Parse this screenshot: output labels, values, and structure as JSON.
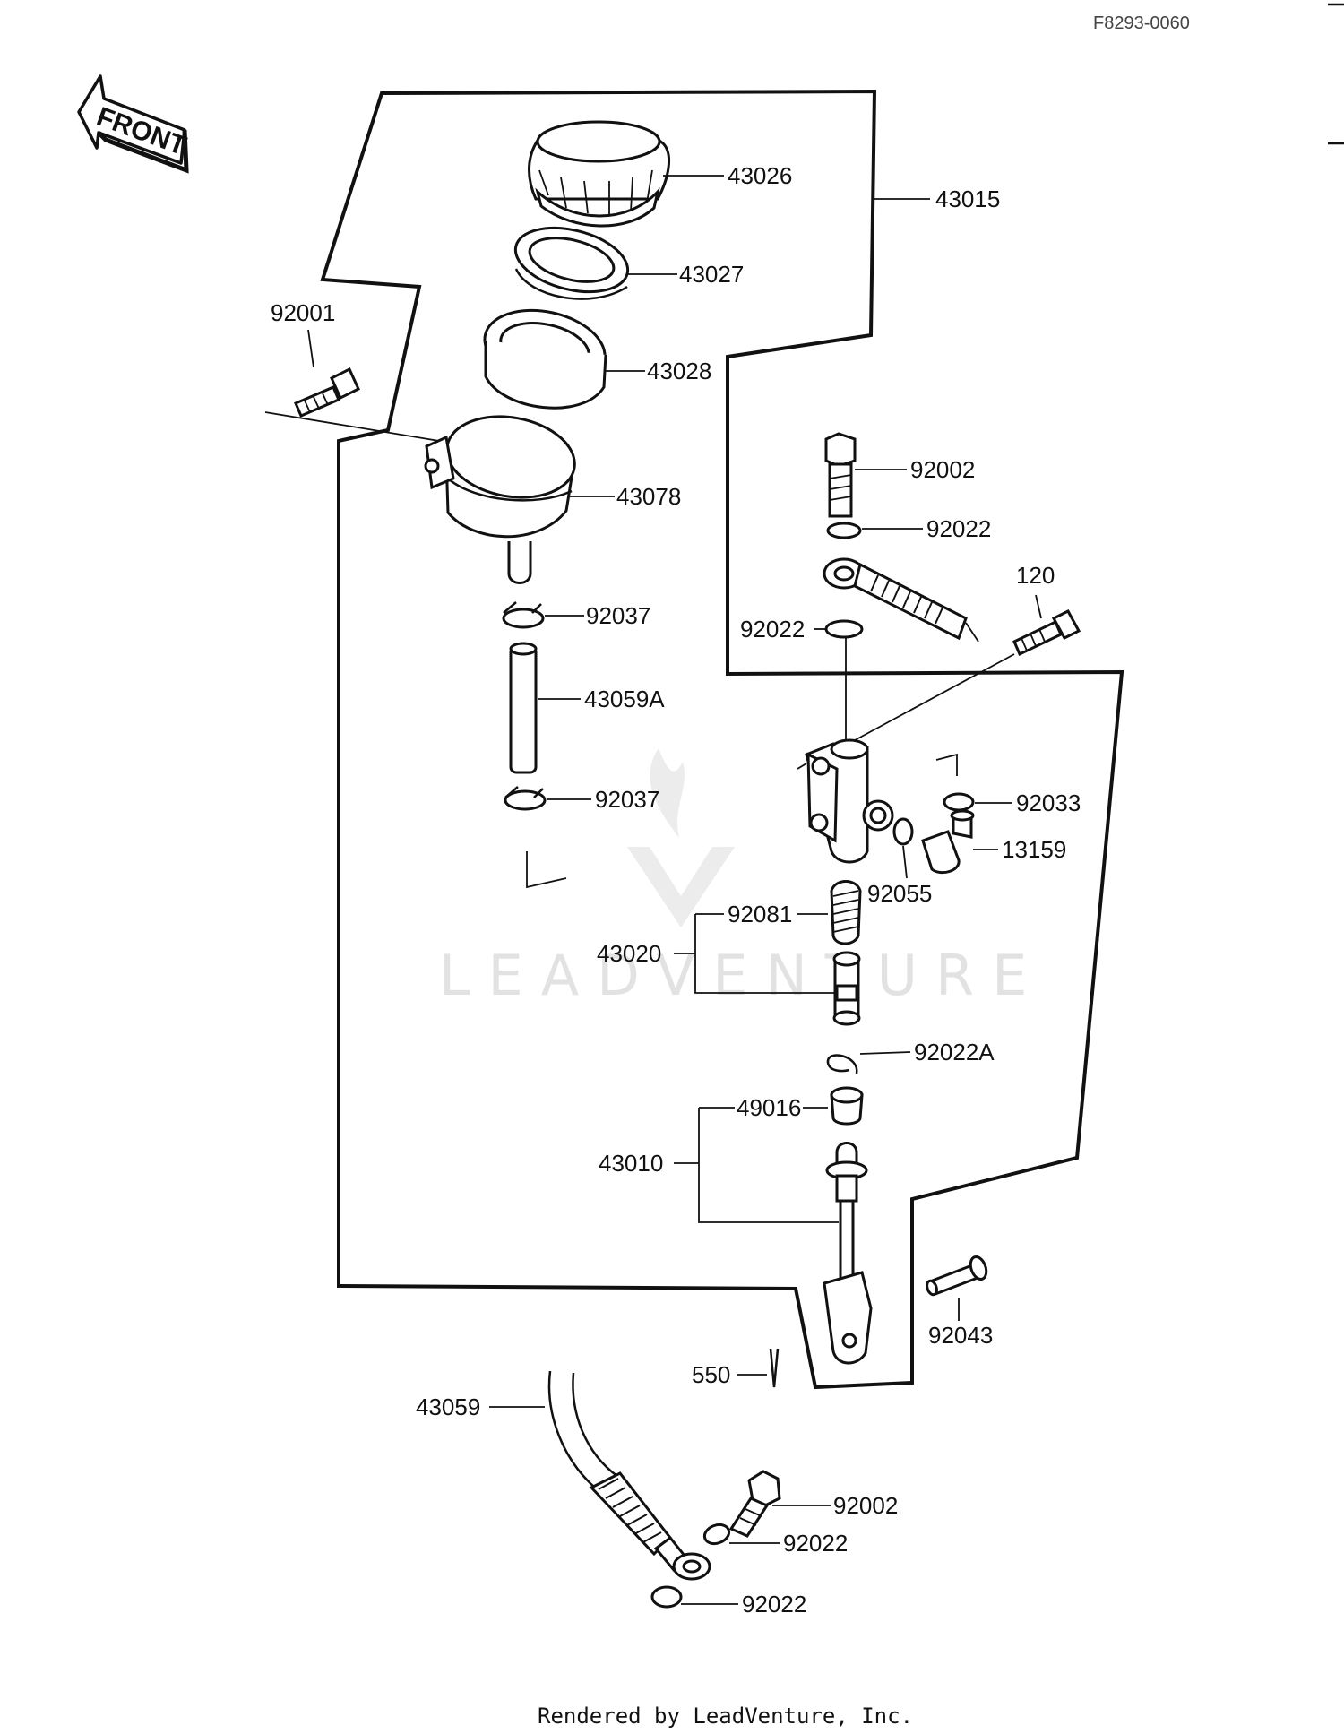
{
  "diagram": {
    "ref_code": "F8293-0060",
    "front_label": "FRONT",
    "footer": "Rendered by LeadVenture, Inc.",
    "watermark": "LEADVENTURE",
    "callouts": {
      "p43026": "43026",
      "p43015": "43015",
      "p43027": "43027",
      "p92001": "92001",
      "p43028": "43028",
      "p92002_top": "92002",
      "p43078": "43078",
      "p92022_a": "92022",
      "p120": "120",
      "p92037_a": "92037",
      "p92022_b": "92022",
      "p43059A": "43059A",
      "p92037_b": "92037",
      "p92033": "92033",
      "p13159": "13159",
      "p92055": "92055",
      "p92081": "92081",
      "p43020": "43020",
      "p92022A": "92022A",
      "p49016": "49016",
      "p43010": "43010",
      "p92043": "92043",
      "p550": "550",
      "p43059": "43059",
      "p92002_bottom": "92002",
      "p92022_c": "92022",
      "p92022_d": "92022"
    }
  }
}
